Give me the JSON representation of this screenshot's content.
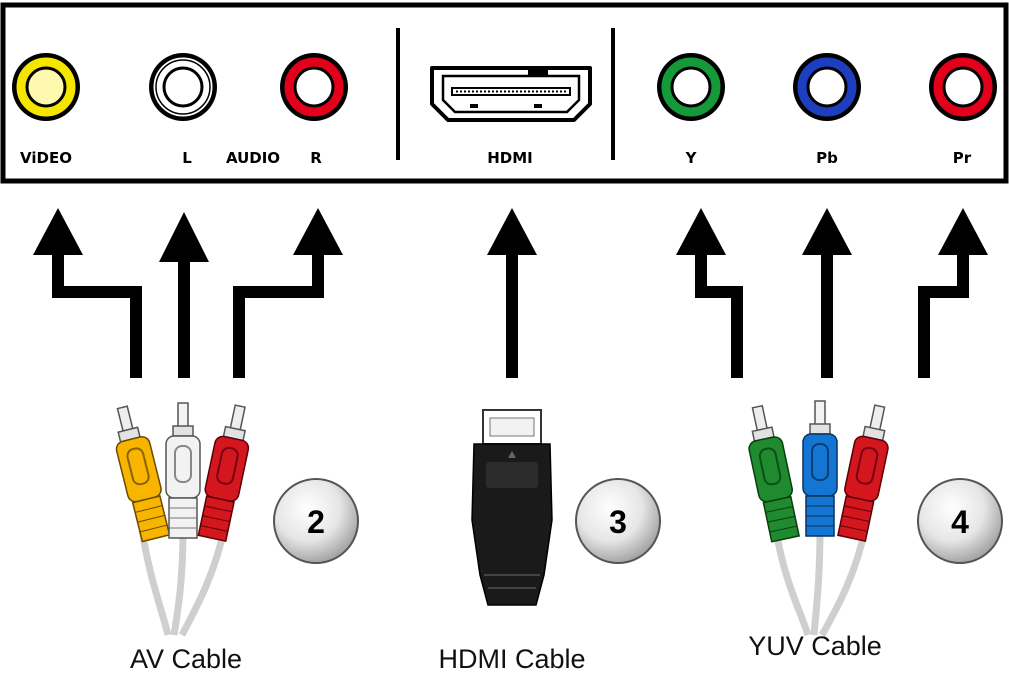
{
  "panel": {
    "ports": [
      {
        "id": "video",
        "ring_color": "#f5e600",
        "inner_color": "#fff9b0"
      },
      {
        "id": "audio-l",
        "ring_color": "#ffffff",
        "inner_color": "#ffffff"
      },
      {
        "id": "audio-r",
        "ring_color": "#e3001b",
        "inner_color": "#ffffff"
      },
      {
        "id": "y",
        "ring_color": "#159a3a",
        "inner_color": "#ffffff"
      },
      {
        "id": "pb",
        "ring_color": "#1d3fbf",
        "inner_color": "#ffffff"
      },
      {
        "id": "pr",
        "ring_color": "#e3001b",
        "inner_color": "#ffffff"
      }
    ],
    "labels": {
      "video": "ViDEO",
      "l": "L",
      "audio": "AUDIO",
      "r": "R",
      "hdmi": "HDMI",
      "y": "Y",
      "pb": "Pb",
      "pr": "Pr"
    }
  },
  "cables": {
    "av": {
      "label": "AV Cable",
      "number": "2",
      "plug_colors": [
        "#f7b500",
        "#f2f2f2",
        "#d4161f"
      ]
    },
    "hdmi": {
      "label": "HDMI Cable",
      "number": "3",
      "plug_color": "#1a1a1a"
    },
    "yuv": {
      "label": "YUV Cable",
      "number": "4",
      "plug_colors": [
        "#1f8a2e",
        "#1476d2",
        "#d4161f"
      ]
    }
  }
}
